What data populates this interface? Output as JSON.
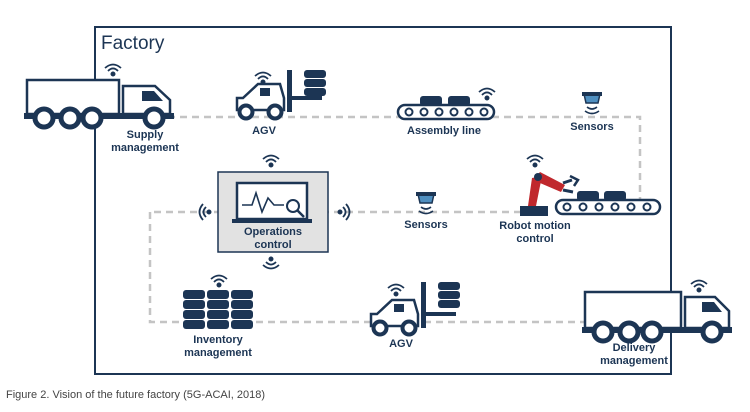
{
  "diagram": {
    "frame_label": "Factory",
    "caption": "Figure 2. Vision of the future factory (5G-ACAI, 2018)",
    "nodes": [
      {
        "id": "supply",
        "label": "Supply\nmanagement",
        "icon": "truck-icon"
      },
      {
        "id": "agv_top",
        "label": "AGV",
        "icon": "forklift-icon"
      },
      {
        "id": "assembly",
        "label": "Assembly line",
        "icon": "conveyor-icon"
      },
      {
        "id": "sensors_top",
        "label": "Sensors",
        "icon": "sensor-icon"
      },
      {
        "id": "operations",
        "label": "Operations\ncontrol",
        "icon": "monitor-icon"
      },
      {
        "id": "sensors_mid",
        "label": "Sensors",
        "icon": "sensor-icon"
      },
      {
        "id": "robot",
        "label": "Robot motion\ncontrol",
        "icon": "robot-arm-icon"
      },
      {
        "id": "inventory",
        "label": "Inventory\nmanagement",
        "icon": "tire-stack-icon"
      },
      {
        "id": "agv_bottom",
        "label": "AGV",
        "icon": "forklift-icon"
      },
      {
        "id": "delivery",
        "label": "Delivery\nmanagement",
        "icon": "truck-icon"
      }
    ],
    "colors": {
      "navy": "#1c3554",
      "dash": "#c4c4c4",
      "panel": "#e2e2e2",
      "robot": "#c0282d",
      "sensor": "#4f8fc0"
    }
  }
}
